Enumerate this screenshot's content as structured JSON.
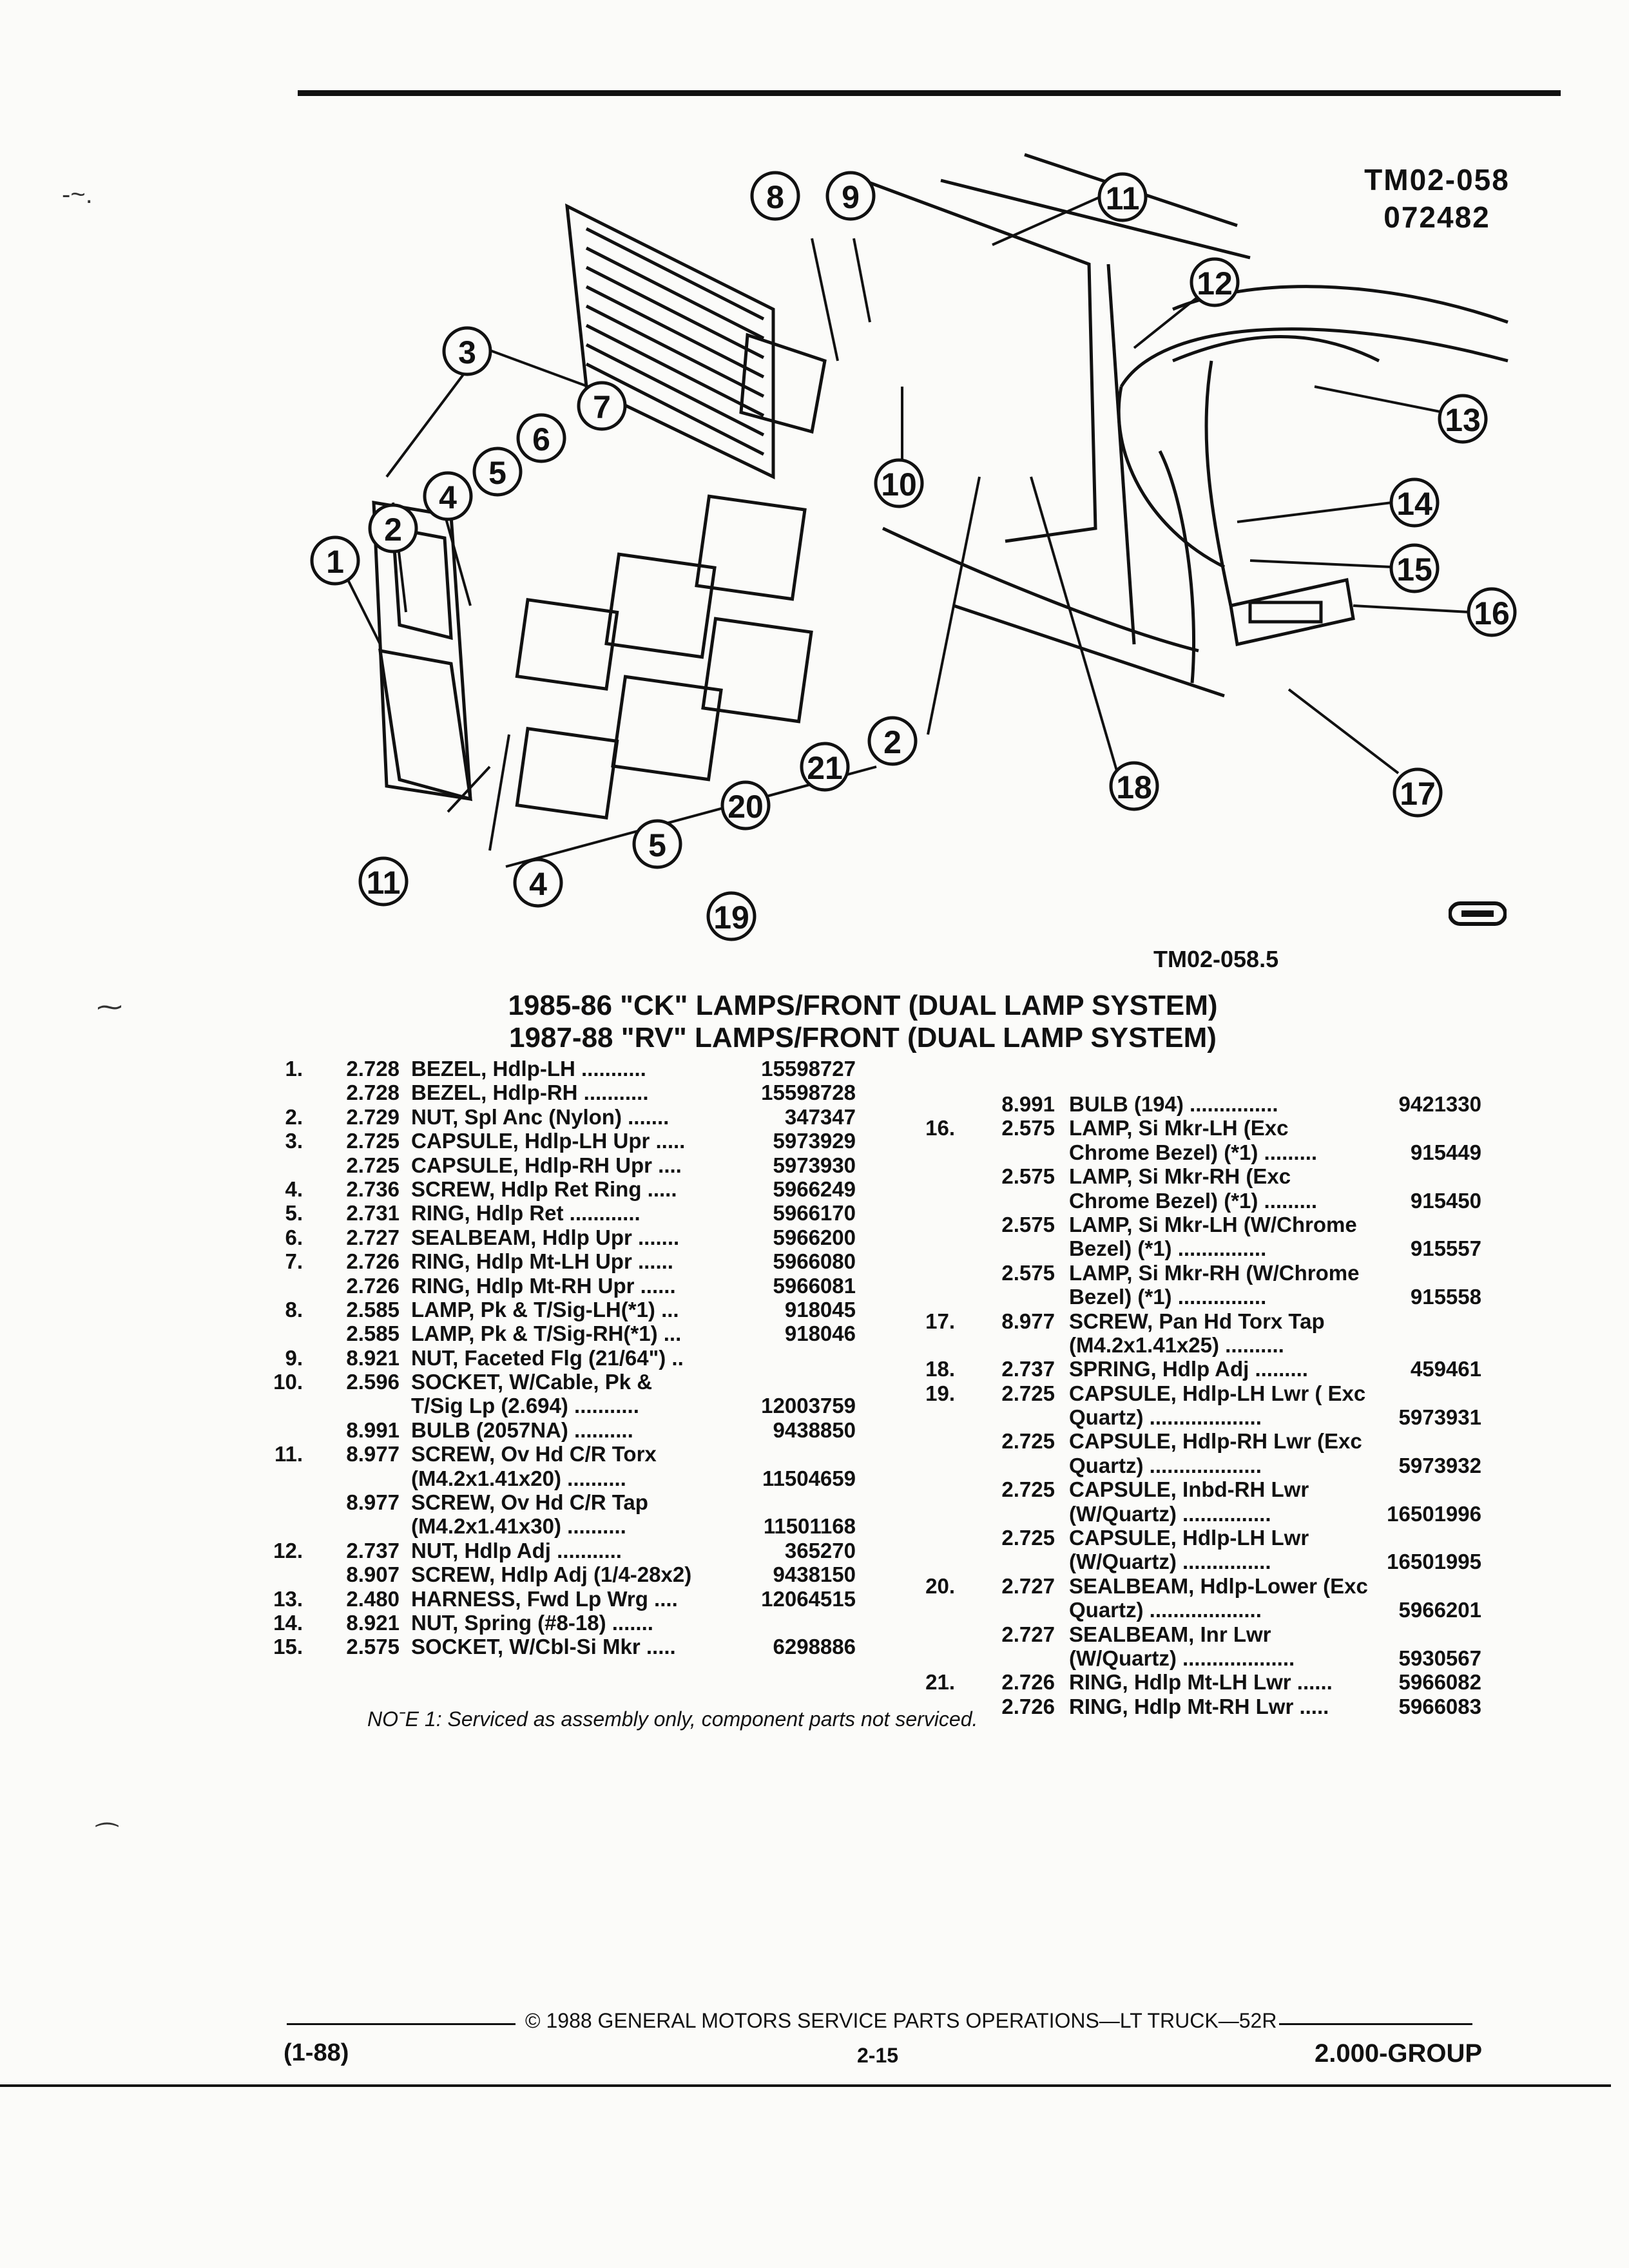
{
  "header": {
    "code_line1": "TM02-058",
    "code_line2": "072482"
  },
  "figure": {
    "code": "TM02-058.5",
    "logo": "GM-logo",
    "callouts": [
      "1",
      "2",
      "3",
      "4",
      "5",
      "6",
      "7",
      "8",
      "9",
      "10",
      "11",
      "12",
      "13",
      "14",
      "15",
      "16",
      "17",
      "18",
      "19",
      "20",
      "21"
    ]
  },
  "titles": {
    "line1": "1985-86 \"CK\" LAMPS/FRONT (DUAL LAMP SYSTEM)",
    "line2": "1987-88 \"RV\" LAMPS/FRONT (DUAL LAMP SYSTEM)"
  },
  "parts_left": [
    {
      "num": "1.",
      "grp": "2.728",
      "name": "BEZEL,",
      "desc": "Hdlp-LH ...........",
      "pn": "15598727"
    },
    {
      "num": "",
      "grp": "2.728",
      "name": "BEZEL,",
      "desc": "Hdlp-RH ...........",
      "pn": "15598728"
    },
    {
      "num": "2.",
      "grp": "2.729",
      "name": "NUT,",
      "desc": "Spl Anc (Nylon) .......",
      "pn": "347347"
    },
    {
      "num": "3.",
      "grp": "2.725",
      "name": "CAPSULE,",
      "desc": "Hdlp-LH Upr .....",
      "pn": "5973929"
    },
    {
      "num": "",
      "grp": "2.725",
      "name": "CAPSULE,",
      "desc": "Hdlp-RH Upr ....",
      "pn": "5973930"
    },
    {
      "num": "4.",
      "grp": "2.736",
      "name": "SCREW,",
      "desc": "Hdlp Ret Ring .....",
      "pn": "5966249"
    },
    {
      "num": "5.",
      "grp": "2.731",
      "name": "RING,",
      "desc": "Hdlp Ret ............",
      "pn": "5966170"
    },
    {
      "num": "6.",
      "grp": "2.727",
      "name": "SEALBEAM,",
      "desc": "Hdlp Upr .......",
      "pn": "5966200"
    },
    {
      "num": "7.",
      "grp": "2.726",
      "name": "RING,",
      "desc": "Hdlp Mt-LH Upr ......",
      "pn": "5966080"
    },
    {
      "num": "",
      "grp": "2.726",
      "name": "RING,",
      "desc": "Hdlp Mt-RH Upr ......",
      "pn": "5966081"
    },
    {
      "num": "8.",
      "grp": "2.585",
      "name": "LAMP,",
      "desc": "Pk & T/Sig-LH(*1) ...",
      "pn": "918045"
    },
    {
      "num": "",
      "grp": "2.585",
      "name": "LAMP,",
      "desc": "Pk & T/Sig-RH(*1) ...",
      "pn": "918046"
    },
    {
      "num": "9.",
      "grp": "8.921",
      "name": "NUT,",
      "desc": "Faceted Flg (21/64\") ..",
      "pn": ""
    },
    {
      "num": "10.",
      "grp": "2.596",
      "name": "SOCKET,",
      "desc": "W/Cable, Pk &",
      "pn": ""
    },
    {
      "num": "",
      "grp": "",
      "name": "",
      "desc": "T/Sig Lp (2.694) ...........",
      "pn": "12003759"
    },
    {
      "num": "",
      "grp": "8.991",
      "name": "BULB",
      "desc": "(2057NA) ..........",
      "pn": "9438850"
    },
    {
      "num": "11.",
      "grp": "8.977",
      "name": "SCREW,",
      "desc": "Ov Hd C/R Torx",
      "pn": ""
    },
    {
      "num": "",
      "grp": "",
      "name": "",
      "desc": "(M4.2x1.41x20) ..........",
      "pn": "11504659"
    },
    {
      "num": "",
      "grp": "8.977",
      "name": "SCREW,",
      "desc": "Ov Hd C/R Tap",
      "pn": ""
    },
    {
      "num": "",
      "grp": "",
      "name": "",
      "desc": "(M4.2x1.41x30) ..........",
      "pn": "11501168"
    },
    {
      "num": "12.",
      "grp": "2.737",
      "name": "NUT,",
      "desc": "Hdlp Adj ...........",
      "pn": "365270"
    },
    {
      "num": "",
      "grp": "8.907",
      "name": "SCREW,",
      "desc": "Hdlp Adj (1/4-28x2)",
      "pn": "9438150"
    },
    {
      "num": "13.",
      "grp": "2.480",
      "name": "HARNESS,",
      "desc": "Fwd Lp Wrg ....",
      "pn": "12064515"
    },
    {
      "num": "14.",
      "grp": "8.921",
      "name": "NUT,",
      "desc": "Spring (#8-18) .......",
      "pn": ""
    },
    {
      "num": "15.",
      "grp": "2.575",
      "name": "SOCKET,",
      "desc": "W/Cbl-Si Mkr .....",
      "pn": "6298886"
    }
  ],
  "parts_right": [
    {
      "num": "",
      "grp": "8.991",
      "name": "BULB",
      "desc": "(194) ...............",
      "pn": "9421330"
    },
    {
      "num": "16.",
      "grp": "2.575",
      "name": "LAMP,",
      "desc": "Si Mkr-LH (Exc",
      "pn": ""
    },
    {
      "num": "",
      "grp": "",
      "name": "",
      "desc": "Chrome Bezel) (*1) .........",
      "pn": "915449"
    },
    {
      "num": "",
      "grp": "2.575",
      "name": "LAMP,",
      "desc": "Si Mkr-RH (Exc",
      "pn": ""
    },
    {
      "num": "",
      "grp": "",
      "name": "",
      "desc": "Chrome Bezel) (*1) .........",
      "pn": "915450"
    },
    {
      "num": "",
      "grp": "2.575",
      "name": "LAMP,",
      "desc": "Si Mkr-LH (W/Chrome",
      "pn": ""
    },
    {
      "num": "",
      "grp": "",
      "name": "",
      "desc": "Bezel) (*1) ...............",
      "pn": "915557"
    },
    {
      "num": "",
      "grp": "2.575",
      "name": "LAMP,",
      "desc": "Si Mkr-RH (W/Chrome",
      "pn": ""
    },
    {
      "num": "",
      "grp": "",
      "name": "",
      "desc": "Bezel) (*1) ...............",
      "pn": "915558"
    },
    {
      "num": "17.",
      "grp": "8.977",
      "name": "SCREW,",
      "desc": "Pan Hd Torx Tap",
      "pn": ""
    },
    {
      "num": "",
      "grp": "",
      "name": "",
      "desc": "(M4.2x1.41x25) ..........",
      "pn": ""
    },
    {
      "num": "18.",
      "grp": "2.737",
      "name": "SPRING,",
      "desc": "Hdlp Adj .........",
      "pn": "459461"
    },
    {
      "num": "19.",
      "grp": "2.725",
      "name": "CAPSULE,",
      "desc": "Hdlp-LH Lwr ( Exc",
      "pn": ""
    },
    {
      "num": "",
      "grp": "",
      "name": "",
      "desc": "Quartz) ...................",
      "pn": "5973931"
    },
    {
      "num": "",
      "grp": "2.725",
      "name": "CAPSULE,",
      "desc": "Hdlp-RH Lwr (Exc",
      "pn": ""
    },
    {
      "num": "",
      "grp": "",
      "name": "",
      "desc": "Quartz) ...................",
      "pn": "5973932"
    },
    {
      "num": "",
      "grp": "2.725",
      "name": "CAPSULE,",
      "desc": "Inbd-RH Lwr",
      "pn": ""
    },
    {
      "num": "",
      "grp": "",
      "name": "",
      "desc": "(W/Quartz) ...............",
      "pn": "16501996"
    },
    {
      "num": "",
      "grp": "2.725",
      "name": "CAPSULE,",
      "desc": "Hdlp-LH Lwr",
      "pn": ""
    },
    {
      "num": "",
      "grp": "",
      "name": "",
      "desc": "(W/Quartz) ...............",
      "pn": "16501995"
    },
    {
      "num": "20.",
      "grp": "2.727",
      "name": "SEALBEAM,",
      "desc": "Hdlp-Lower (Exc",
      "pn": ""
    },
    {
      "num": "",
      "grp": "",
      "name": "",
      "desc": "Quartz) ...................",
      "pn": "5966201"
    },
    {
      "num": "",
      "grp": "2.727",
      "name": "SEALBEAM,",
      "desc": "Inr Lwr",
      "pn": ""
    },
    {
      "num": "",
      "grp": "",
      "name": "",
      "desc": "(W/Quartz) ...................",
      "pn": "5930567"
    },
    {
      "num": "21.",
      "grp": "2.726",
      "name": "RING,",
      "desc": "Hdlp Mt-LH Lwr ......",
      "pn": "5966082"
    },
    {
      "num": "",
      "grp": "2.726",
      "name": "RING,",
      "desc": "Hdlp Mt-RH Lwr .....",
      "pn": "5966083"
    }
  ],
  "note": "NOˉE 1: Serviced as assembly only, component parts not serviced.",
  "footer": {
    "date": "(1-88)",
    "copyright": "© 1988 GENERAL MOTORS SERVICE PARTS OPERATIONS—LT TRUCK—52R",
    "page": "2-15",
    "group": "2.000-GROUP"
  }
}
